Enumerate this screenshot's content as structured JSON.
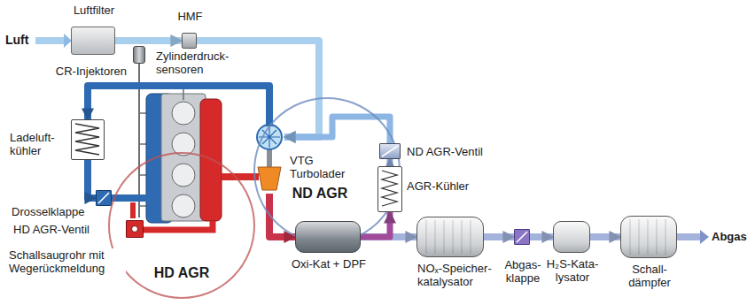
{
  "diagram": {
    "nodes": [
      {
        "text": [
          "Luftfilter"
        ]
      },
      {
        "text": [
          "HMF"
        ]
      },
      {
        "text": [
          "CR-Injektoren"
        ]
      },
      {
        "text": [
          "Ladeluft- kühler"
        ]
      },
      {
        "text": [
          "Drosselklappe"
        ]
      },
      {
        "text": [
          "HD AGR"
        ]
      },
      {
        "text": [
          "HD AGR-Ventil"
        ],
        "in": 5
      },
      {
        "text": [
          "ND AGR"
        ]
      },
      {
        "text": [
          "VTG Turbolader"
        ],
        "in": 7
      },
      {
        "text": [
          "ND AGR-Ventil"
        ]
      },
      {
        "text": [
          "AGR-Kühler"
        ]
      },
      {
        "text": [
          "Oxi-Kat + DPF"
        ]
      },
      {
        "text": [
          "NOₓ-Speicher- katalysator"
        ]
      },
      {
        "text": [
          "Abgas- klappe"
        ]
      },
      {
        "text": [
          "H₂S-Kata- lysator"
        ]
      },
      {
        "text": [
          "Schall- dämpfer"
        ]
      }
    ],
    "edges": [
      {
        "from": 0,
        "to": 1,
        "arrow": "to"
      },
      {
        "from": 1,
        "to": 8,
        "arrow": "to"
      },
      {
        "from": 8,
        "to": 3,
        "arrow": "to"
      },
      {
        "from": 3,
        "to": 4,
        "arrow": "to"
      },
      {
        "from": 8,
        "to": 11,
        "arrow": "to"
      },
      {
        "from": 11,
        "to": 12,
        "arrow": "to"
      },
      {
        "from": 12,
        "to": 13,
        "arrow": "to"
      },
      {
        "from": 13,
        "to": 14,
        "arrow": "to"
      },
      {
        "from": 14,
        "to": 15,
        "arrow": "to"
      },
      {
        "from": 11,
        "to": 10,
        "arrow": "to"
      },
      {
        "from": 10,
        "to": 9,
        "arrow": "to"
      },
      {
        "from": 9,
        "to": 8,
        "arrow": "to"
      }
    ],
    "labels": [
      "Luft",
      "Zylinderdruck- sensoren",
      "Schallsaugrohr mit Wegerückmeldung",
      "Abgas"
    ]
  }
}
